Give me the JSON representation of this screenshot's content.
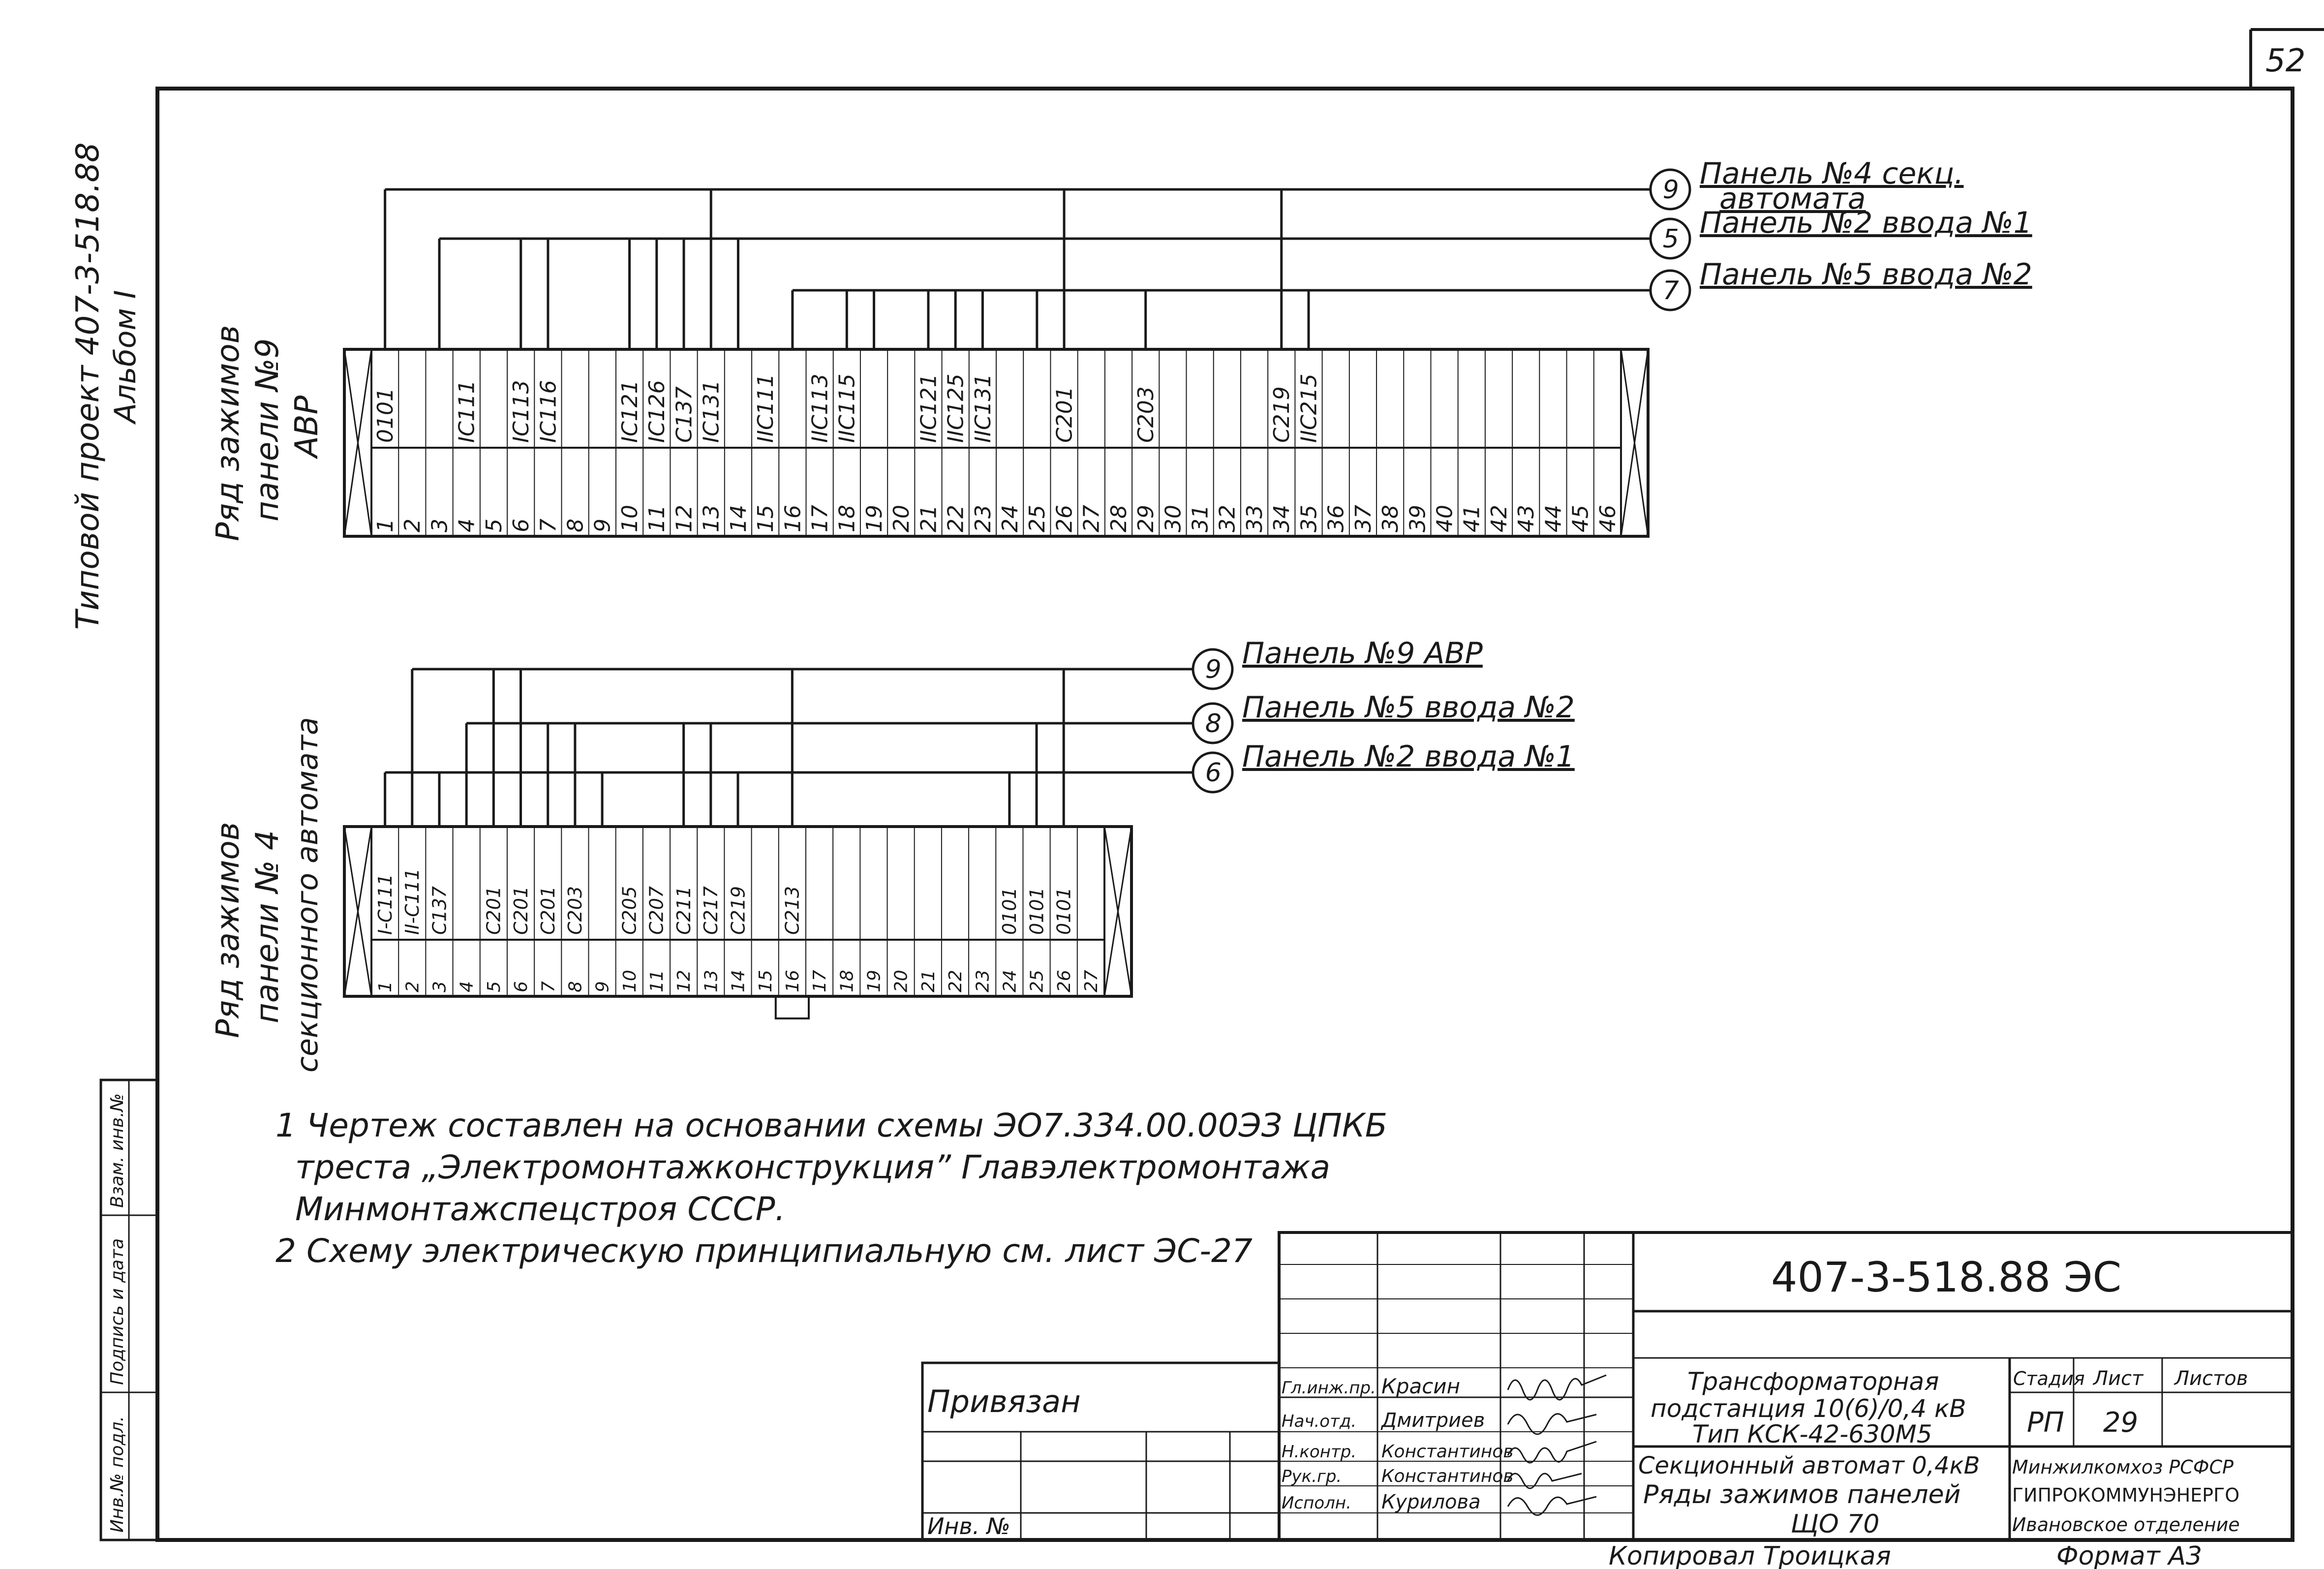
{
  "sheet_number": "52",
  "side_title": "Типовой проект 407-3-518.88",
  "side_album": "Альбом I",
  "strip_labels": [
    "Инв.№ подл.",
    "Подпись и дата",
    "Взам. инв.№"
  ],
  "strip1": {
    "title_lines": [
      "Ряд зажимов",
      "панели №9",
      "АВР"
    ],
    "terminals": [
      {
        "num": "1",
        "label": "0101"
      },
      {
        "num": "2",
        "label": ""
      },
      {
        "num": "3",
        "label": ""
      },
      {
        "num": "4",
        "label": "IC111"
      },
      {
        "num": "5",
        "label": ""
      },
      {
        "num": "6",
        "label": "IC113"
      },
      {
        "num": "7",
        "label": "IC116"
      },
      {
        "num": "8",
        "label": ""
      },
      {
        "num": "9",
        "label": ""
      },
      {
        "num": "10",
        "label": "IC121"
      },
      {
        "num": "11",
        "label": "IC126"
      },
      {
        "num": "12",
        "label": "C137"
      },
      {
        "num": "13",
        "label": "IC131"
      },
      {
        "num": "14",
        "label": ""
      },
      {
        "num": "15",
        "label": "IIC111"
      },
      {
        "num": "16",
        "label": ""
      },
      {
        "num": "17",
        "label": "IIC113"
      },
      {
        "num": "18",
        "label": "IIC115"
      },
      {
        "num": "19",
        "label": ""
      },
      {
        "num": "20",
        "label": ""
      },
      {
        "num": "21",
        "label": "IIC121"
      },
      {
        "num": "22",
        "label": "IIC125"
      },
      {
        "num": "23",
        "label": "IIC131"
      },
      {
        "num": "24",
        "label": ""
      },
      {
        "num": "25",
        "label": ""
      },
      {
        "num": "26",
        "label": "C201"
      },
      {
        "num": "27",
        "label": ""
      },
      {
        "num": "28",
        "label": ""
      },
      {
        "num": "29",
        "label": "C203"
      },
      {
        "num": "30",
        "label": ""
      },
      {
        "num": "31",
        "label": ""
      },
      {
        "num": "32",
        "label": ""
      },
      {
        "num": "33",
        "label": ""
      },
      {
        "num": "34",
        "label": "C219"
      },
      {
        "num": "35",
        "label": "IIC215"
      },
      {
        "num": "36",
        "label": ""
      },
      {
        "num": "37",
        "label": ""
      },
      {
        "num": "38",
        "label": ""
      },
      {
        "num": "39",
        "label": ""
      },
      {
        "num": "40",
        "label": ""
      },
      {
        "num": "41",
        "label": ""
      },
      {
        "num": "42",
        "label": ""
      },
      {
        "num": "43",
        "label": ""
      },
      {
        "num": "44",
        "label": ""
      },
      {
        "num": "45",
        "label": ""
      },
      {
        "num": "46",
        "label": ""
      }
    ],
    "cables": [
      {
        "marker": "9",
        "label_lines": [
          "Панель №4 секц.",
          "автомата"
        ]
      },
      {
        "marker": "5",
        "label_lines": [
          "Панель №2 ввода №1"
        ]
      },
      {
        "marker": "7",
        "label_lines": [
          "Панель №5 ввода №2"
        ]
      }
    ]
  },
  "strip2": {
    "title_lines": [
      "Ряд зажимов",
      "панели № 4",
      "секционного автомата"
    ],
    "terminals": [
      {
        "num": "1",
        "label": "I-C111"
      },
      {
        "num": "2",
        "label": "II-C111"
      },
      {
        "num": "3",
        "label": "C137"
      },
      {
        "num": "4",
        "label": ""
      },
      {
        "num": "5",
        "label": "C201"
      },
      {
        "num": "6",
        "label": "C201"
      },
      {
        "num": "7",
        "label": "C201"
      },
      {
        "num": "8",
        "label": "C203"
      },
      {
        "num": "9",
        "label": ""
      },
      {
        "num": "10",
        "label": "C205"
      },
      {
        "num": "11",
        "label": "C207"
      },
      {
        "num": "12",
        "label": "C211"
      },
      {
        "num": "13",
        "label": "C217"
      },
      {
        "num": "14",
        "label": "C219"
      },
      {
        "num": "15",
        "label": ""
      },
      {
        "num": "16",
        "label": "C213"
      },
      {
        "num": "17",
        "label": ""
      },
      {
        "num": "18",
        "label": ""
      },
      {
        "num": "19",
        "label": ""
      },
      {
        "num": "20",
        "label": ""
      },
      {
        "num": "21",
        "label": ""
      },
      {
        "num": "22",
        "label": ""
      },
      {
        "num": "23",
        "label": ""
      },
      {
        "num": "24",
        "label": "0101"
      },
      {
        "num": "25",
        "label": "0101"
      },
      {
        "num": "26",
        "label": "0101"
      },
      {
        "num": "27",
        "label": ""
      }
    ],
    "cables": [
      {
        "marker": "9",
        "label_lines": [
          "Панель №9 АВР"
        ]
      },
      {
        "marker": "8",
        "label_lines": [
          "Панель №5 ввода №2"
        ]
      },
      {
        "marker": "6",
        "label_lines": [
          "Панель №2 ввода №1"
        ]
      }
    ]
  },
  "notes": [
    "1 Чертеж составлен на основании схемы ЭО7.334.00.00ЭЗ ЦПКБ",
    "треста „Электромонтажконструкция” Главэлектромонтажа",
    "Минмонтажспецстроя СССР.",
    "2 Схему электрическую принципиальную см. лист ЭС-27"
  ],
  "title_block": {
    "doc_code": "407-3-518.88 ЭС",
    "privyazan": "Привязан",
    "inv": "Инв. №",
    "roles": [
      {
        "role": "Гл.инж.пр.",
        "name": "Красин"
      },
      {
        "role": "Нач.отд.",
        "name": "Дмитриев"
      },
      {
        "role": "Н.контр.",
        "name": "Константинов"
      },
      {
        "role": "Рук.гр.",
        "name": "Константинов"
      },
      {
        "role": "Исполн.",
        "name": "Курилова"
      }
    ],
    "project_lines": [
      "Трансформаторная",
      "подстанция 10(6)/0,4 кВ",
      "Тип КСК-42-630М5"
    ],
    "sheet_lines": [
      "Секционный автомат 0,4кВ",
      "Ряды зажимов панелей",
      "ЩО 70"
    ],
    "stage_header": "Стадия",
    "sheet_header": "Лист",
    "sheets_header": "Листов",
    "stage": "РП",
    "sheet": "29",
    "org_lines": [
      "Минжилкомхоз РСФСР",
      "ГИПРОКОММУНЭНЕРГО",
      "Ивановское отделение"
    ],
    "copied": "Копировал Троицкая",
    "format": "Формат А3"
  }
}
